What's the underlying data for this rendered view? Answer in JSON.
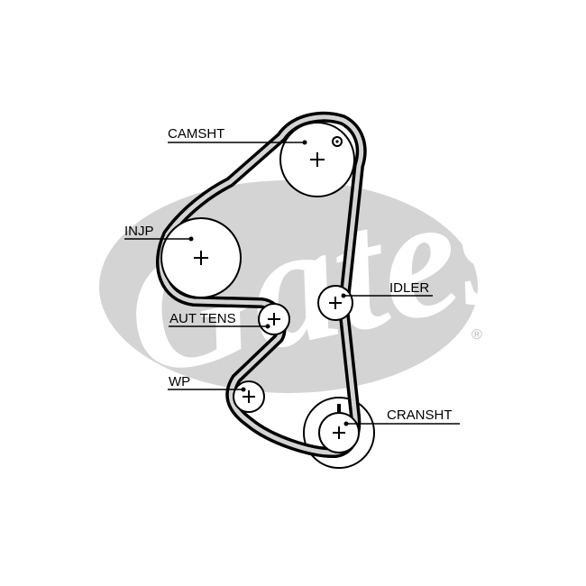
{
  "colors": {
    "background": "#ffffff",
    "ink": "#000000",
    "watermark": "#d4d4d4"
  },
  "watermark": {
    "logo_text": "Gates",
    "registered_mark": "®"
  },
  "labels": {
    "camsht": "CAMSHT",
    "injp": "INJP",
    "aut_tens": "AUT TENS",
    "idler": "IDLER",
    "wp": "WP",
    "cransht": "CRANSHT"
  }
}
